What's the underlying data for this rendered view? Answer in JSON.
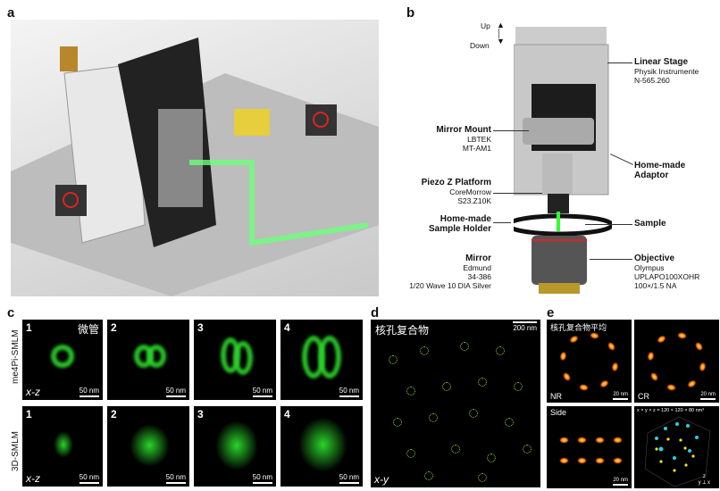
{
  "panels": {
    "a": "a",
    "b": "b",
    "c": "c",
    "d": "d",
    "e": "e"
  },
  "panel_b": {
    "up": "Up",
    "down": "Down",
    "labels": [
      {
        "title": "Linear Stage",
        "lines": [
          "Physik Instrumente",
          "N-565.260"
        ]
      },
      {
        "title": "Mirror Mount",
        "lines": [
          "LBTEK",
          "MT-AM1"
        ]
      },
      {
        "title": "Home-made Adaptor",
        "lines": []
      },
      {
        "title": "Piezo Z Platform",
        "lines": [
          "CoreMorrow",
          "S23.Z10K"
        ]
      },
      {
        "title": "Home-made Sample Holder",
        "lines": []
      },
      {
        "title": "Sample",
        "lines": []
      },
      {
        "title": "Mirror",
        "lines": [
          "Edmund",
          "34-386",
          "1/20 Wave 10 DIA Silver"
        ]
      },
      {
        "title": "Objective",
        "lines": [
          "Olympus",
          "UPLAPO100XOHR",
          "100×/1.5 NA"
        ]
      }
    ]
  },
  "panel_c": {
    "row_labels": [
      "me4Pi-SMLM",
      "3D-SMLM"
    ],
    "title": "微管",
    "numbers": [
      "1",
      "2",
      "3",
      "4"
    ],
    "axis": "x-z",
    "scale": "50 nm"
  },
  "panel_d": {
    "title": "核孔复合物",
    "scale": "200 nm",
    "axis": "x-y"
  },
  "panel_e": {
    "title": "核孔复合物平均",
    "nr": "NR",
    "cr": "CR",
    "side": "Side",
    "scale": "20 nm",
    "volume": "x × y × z = 120 × 120 × 80 nm³",
    "axes": [
      "z",
      "y",
      "x"
    ]
  }
}
